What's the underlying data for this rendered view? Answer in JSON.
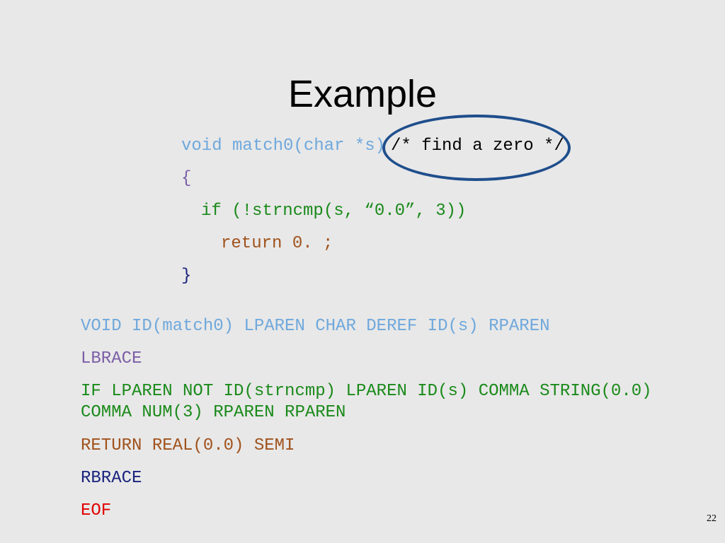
{
  "slide": {
    "title": "Example",
    "number": "22"
  },
  "code": {
    "line1_sig": "void match0(char *s)",
    "line1_comment": "/* find a zero */",
    "line2": "{",
    "line3": "if (!strncmp(s, “0.0”, 3))",
    "line4": "return 0. ;",
    "line5": "}"
  },
  "tokens": {
    "line1": "VOID ID(match0) LPAREN CHAR DEREF ID(s) RPAREN",
    "line2": "LBRACE",
    "line3a": "IF LPAREN NOT ID(strncmp) LPAREN ID(s) COMMA STRING(0.0)",
    "line3b": "COMMA NUM(3) RPAREN RPAREN",
    "line4": "RETURN REAL(0.0) SEMI",
    "line5": "RBRACE",
    "line6": "EOF"
  },
  "colors": {
    "void_line": "#6fa8dc",
    "brace": "#7b5ea7",
    "if_line": "#1a8a1a",
    "return_line": "#a0521c",
    "rbrace_token": "#1a237e",
    "eof": "#e00000",
    "circle": "#1f4e8c"
  }
}
